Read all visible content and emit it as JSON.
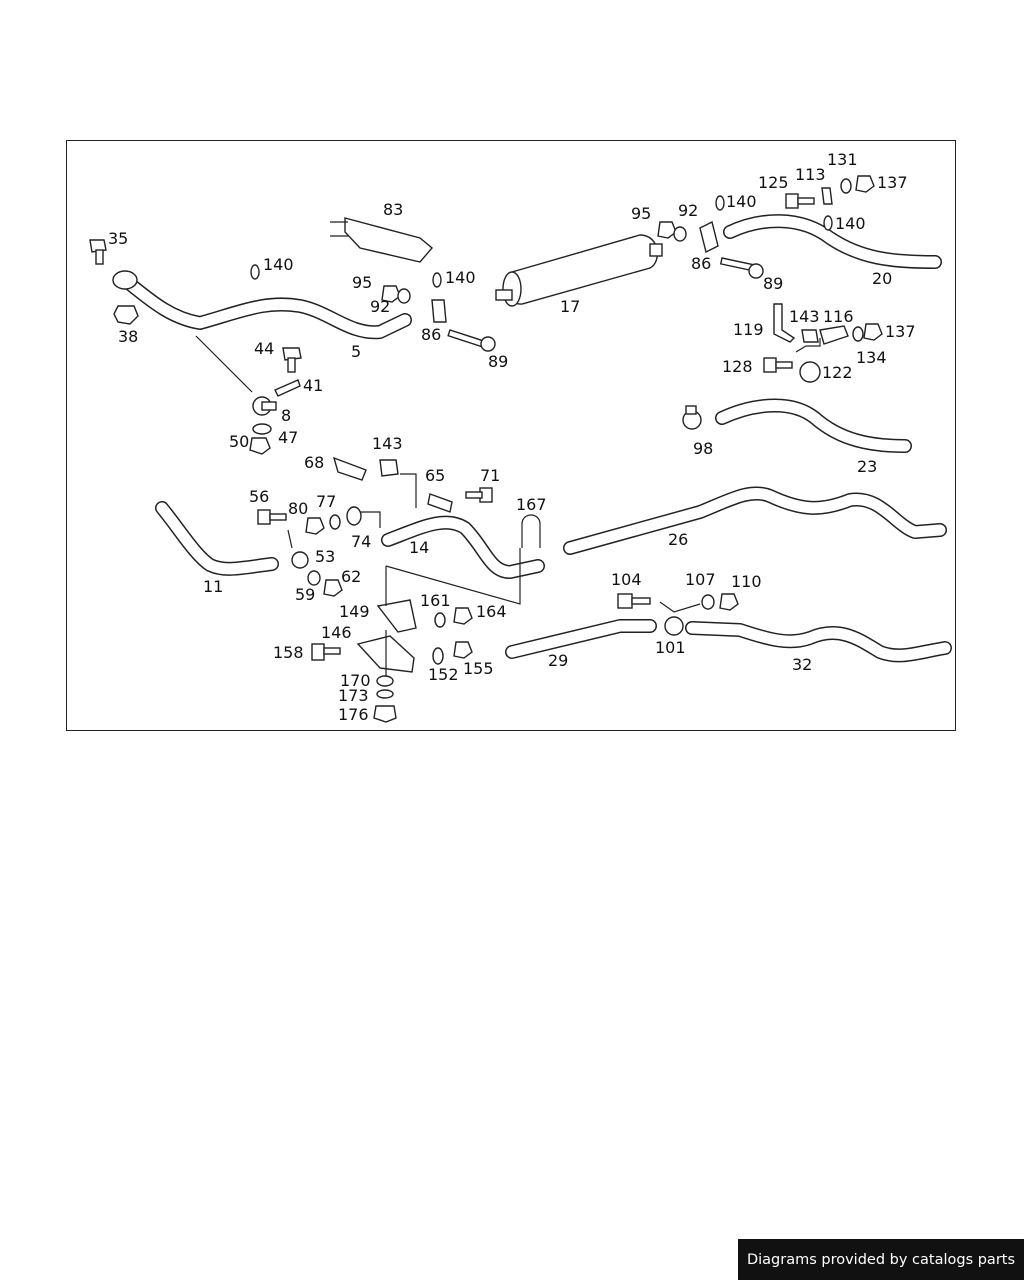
{
  "footer": {
    "text": "Diagrams provided by catalogs parts"
  },
  "labels": [
    {
      "id": "35",
      "text": "35"
    },
    {
      "id": "38",
      "text": "38"
    },
    {
      "id": "140a",
      "text": "140"
    },
    {
      "id": "5",
      "text": "5"
    },
    {
      "id": "83",
      "text": "83"
    },
    {
      "id": "95a",
      "text": "95"
    },
    {
      "id": "92a",
      "text": "92"
    },
    {
      "id": "140b",
      "text": "140"
    },
    {
      "id": "86a",
      "text": "86"
    },
    {
      "id": "89a",
      "text": "89"
    },
    {
      "id": "17",
      "text": "17"
    },
    {
      "id": "95b",
      "text": "95"
    },
    {
      "id": "92b",
      "text": "92"
    },
    {
      "id": "86b",
      "text": "86"
    },
    {
      "id": "140c",
      "text": "140"
    },
    {
      "id": "89b",
      "text": "89"
    },
    {
      "id": "125",
      "text": "125"
    },
    {
      "id": "113",
      "text": "113"
    },
    {
      "id": "131",
      "text": "131"
    },
    {
      "id": "137a",
      "text": "137"
    },
    {
      "id": "140d",
      "text": "140"
    },
    {
      "id": "20",
      "text": "20"
    },
    {
      "id": "44",
      "text": "44"
    },
    {
      "id": "41",
      "text": "41"
    },
    {
      "id": "8",
      "text": "8"
    },
    {
      "id": "47",
      "text": "47"
    },
    {
      "id": "50",
      "text": "50"
    },
    {
      "id": "119",
      "text": "119"
    },
    {
      "id": "143a",
      "text": "143"
    },
    {
      "id": "116",
      "text": "116"
    },
    {
      "id": "137b",
      "text": "137"
    },
    {
      "id": "134",
      "text": "134"
    },
    {
      "id": "128",
      "text": "128"
    },
    {
      "id": "122",
      "text": "122"
    },
    {
      "id": "98",
      "text": "98"
    },
    {
      "id": "23",
      "text": "23"
    },
    {
      "id": "68",
      "text": "68"
    },
    {
      "id": "143b",
      "text": "143"
    },
    {
      "id": "65",
      "text": "65"
    },
    {
      "id": "71",
      "text": "71"
    },
    {
      "id": "56",
      "text": "56"
    },
    {
      "id": "80",
      "text": "80"
    },
    {
      "id": "77",
      "text": "77"
    },
    {
      "id": "74",
      "text": "74"
    },
    {
      "id": "14",
      "text": "14"
    },
    {
      "id": "167",
      "text": "167"
    },
    {
      "id": "26",
      "text": "26"
    },
    {
      "id": "11",
      "text": "11"
    },
    {
      "id": "53",
      "text": "53"
    },
    {
      "id": "59",
      "text": "59"
    },
    {
      "id": "62",
      "text": "62"
    },
    {
      "id": "149",
      "text": "149"
    },
    {
      "id": "161",
      "text": "161"
    },
    {
      "id": "164",
      "text": "164"
    },
    {
      "id": "146",
      "text": "146"
    },
    {
      "id": "158",
      "text": "158"
    },
    {
      "id": "152",
      "text": "152"
    },
    {
      "id": "155",
      "text": "155"
    },
    {
      "id": "170",
      "text": "170"
    },
    {
      "id": "173",
      "text": "173"
    },
    {
      "id": "176",
      "text": "176"
    },
    {
      "id": "104",
      "text": "104"
    },
    {
      "id": "107",
      "text": "107"
    },
    {
      "id": "110",
      "text": "110"
    },
    {
      "id": "101",
      "text": "101"
    },
    {
      "id": "29",
      "text": "29"
    },
    {
      "id": "32",
      "text": "32"
    }
  ]
}
